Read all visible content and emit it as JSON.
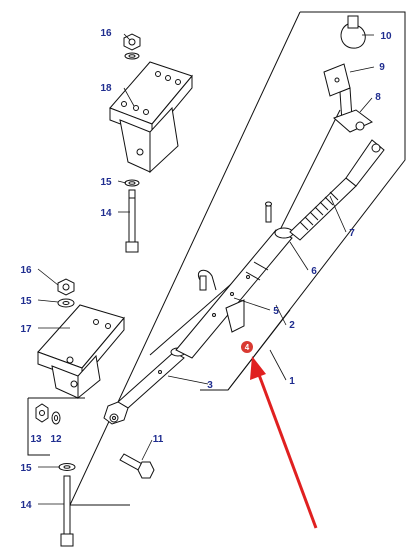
{
  "diagram": {
    "part_labels": {
      "l1": "1",
      "l2": "2",
      "l3": "3",
      "l4": "4",
      "l5": "5",
      "l6": "6",
      "l7": "7",
      "l8": "8",
      "l9": "9",
      "l10": "10",
      "l11": "11",
      "l12": "12",
      "l13": "13",
      "l14a": "14",
      "l14b": "14",
      "l15a": "15",
      "l15b": "15",
      "l15c": "15",
      "l16a": "16",
      "l16b": "16",
      "l17": "17",
      "l18": "18"
    },
    "highlight_marker": "4",
    "colors": {
      "label_text": "#1f2d8f",
      "arrow": "#e02020",
      "marker": "#d93a32",
      "line": "#111111"
    }
  }
}
